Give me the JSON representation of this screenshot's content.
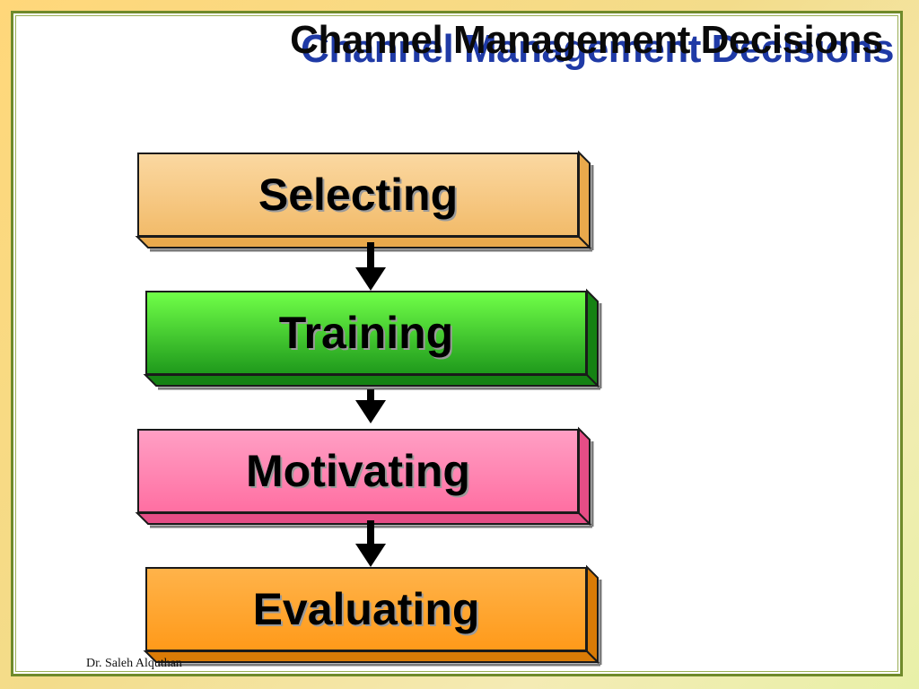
{
  "title": "Channel Management Decisions",
  "steps": [
    {
      "label": "Selecting",
      "color_light": "#fbd8a1",
      "color_dark": "#f2bb6a",
      "side_color": "#e9a94c"
    },
    {
      "label": "Training",
      "color_light": "#70ff48",
      "color_dark": "#1f9a1c",
      "side_color": "#158213"
    },
    {
      "label": "Motivating",
      "color_light": "#ff9fc4",
      "color_dark": "#ff6fa2",
      "side_color": "#e64d86"
    },
    {
      "label": "Evaluating",
      "color_light": "#ffb34a",
      "color_dark": "#ff9a1a",
      "side_color": "#d97b06"
    }
  ],
  "footer": "Dr. Saleh Alquthan"
}
